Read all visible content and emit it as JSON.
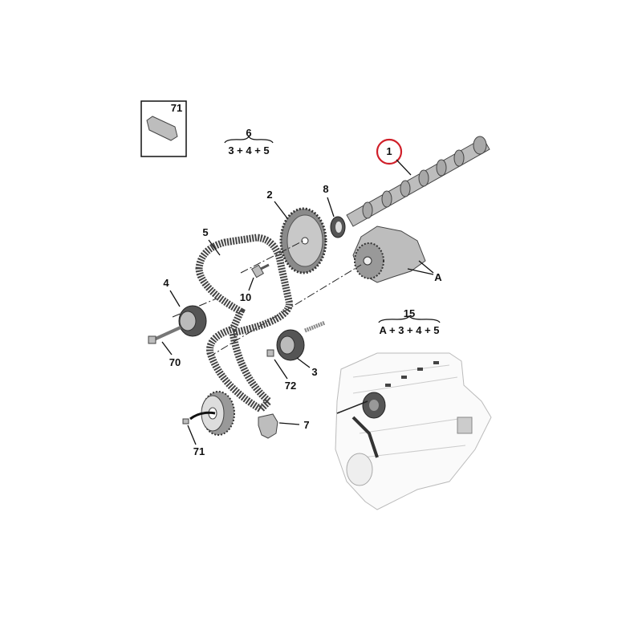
{
  "diagram": {
    "inset_label": "71",
    "kit_6": {
      "number": "6",
      "formula": "3 + 4 + 5"
    },
    "kit_15": {
      "number": "15",
      "formula": "A + 3 + 4 + 5"
    },
    "highlight_color": "#d0202a",
    "callouts": {
      "camshaft": "1",
      "camshaft_pulley": "2",
      "idler_roller": "3",
      "tensioner": "4",
      "timing_belt": "5",
      "bracket": "7",
      "oil_seal": "8",
      "pulley_bolt": "10",
      "water_pump": "A",
      "tensioner_bolt": "70",
      "crank_key": "71",
      "roller_nut": "72"
    }
  }
}
